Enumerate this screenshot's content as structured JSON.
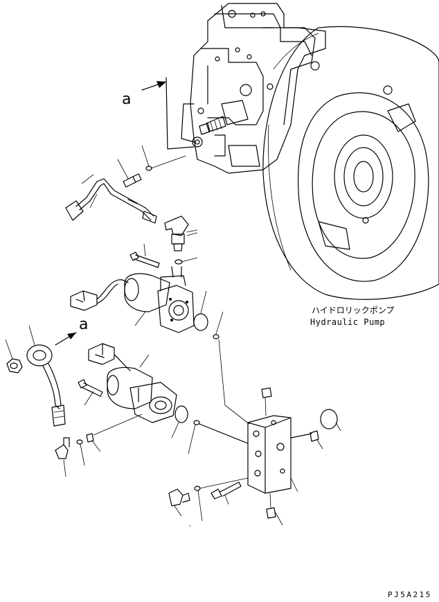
{
  "labels": {
    "pump_jp": "ハイドロリックポンプ",
    "pump_en": "Hydraulic Pump",
    "ref_a_top": "a",
    "ref_a_mid": "a",
    "drawing_code": "PJ5A215"
  }
}
